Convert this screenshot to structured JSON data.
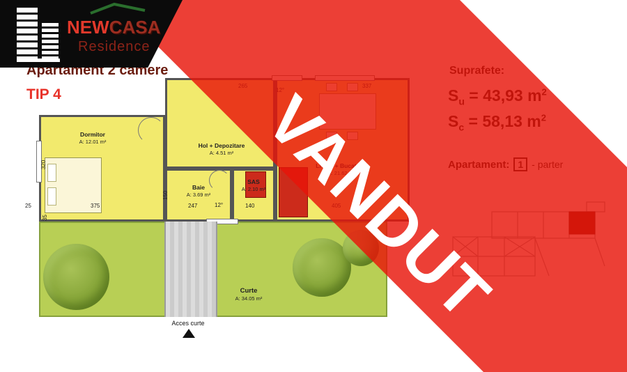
{
  "colors": {
    "banner-red": "#e8150a",
    "logo-red": "#e2392b",
    "logo-dark-red": "#9c2d20",
    "accent-dark": "#6b1d10",
    "tip-red": "#e8332a",
    "room-yellow": "#f2ea6d",
    "grass-green": "#b8cf55",
    "site-highlight": "#7a1c10"
  },
  "logo": {
    "brand_part1": "NEW",
    "brand_part2": "CASA",
    "subtitle": "Residence"
  },
  "header": {
    "title": "Apartament 2 camere",
    "type_label": "TIP 4"
  },
  "banner": {
    "label": "VANDUT"
  },
  "plan": {
    "rooms": {
      "dormitor": {
        "name": "Dormitor",
        "area": "A: 12.01 m²"
      },
      "hol": {
        "name": "Hol + Depozitare",
        "area": "A: 4.51 m²"
      },
      "baie": {
        "name": "Baie",
        "area": "A: 3.69 m²"
      },
      "sas": {
        "name": "SAS",
        "area": "A: 2.10 m²"
      },
      "living": {
        "name": "Living + Bucatarie",
        "area": "A: 21.62 m²"
      },
      "curte": {
        "name": "Curte",
        "area": "A: 34.05 m²"
      }
    },
    "dims": {
      "top_left": "265",
      "top_window": "12°",
      "top_right": "337",
      "left_height": "320",
      "left_small": "35",
      "bottom_offset": "25",
      "bottom_dormitor": "375",
      "bottom_wall": "150",
      "bottom_baie": "247",
      "bottom_window": "12°",
      "bottom_sas": "140",
      "bottom_living": "405"
    },
    "access_label": "Acces curte"
  },
  "details": {
    "title": "Suprafete:",
    "su": {
      "symbol": "S",
      "sub": "u",
      "value": " = 43,93 m",
      "sup": "2"
    },
    "sc": {
      "symbol": "S",
      "sub": "c",
      "value": " = 58,13 m",
      "sup": "2"
    },
    "apartment_label": "Apartament:",
    "apartment_number": "1",
    "apartment_floor": "- parter"
  }
}
